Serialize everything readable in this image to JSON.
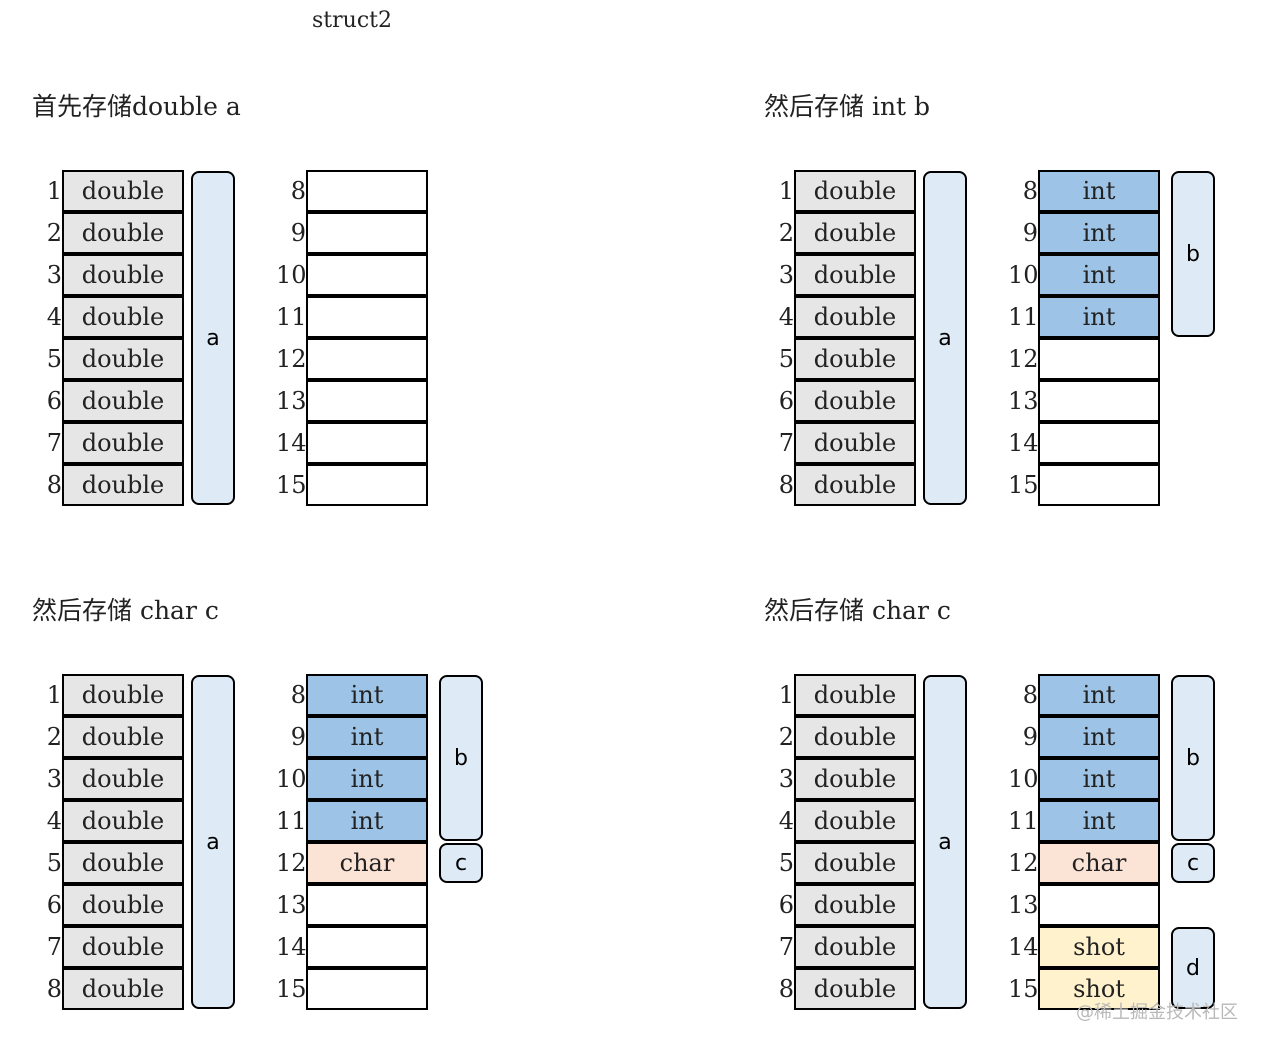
{
  "page_title": "struct2",
  "colors": {
    "double": "#e6e6e6",
    "int": "#9dc3e6",
    "char": "#fbe3d6",
    "shot": "#fff2cc",
    "empty": "#ffffff",
    "bracket": "#deebf7"
  },
  "panels": [
    {
      "title": "首先存储double a",
      "left": [
        {
          "n": "1",
          "label": "double",
          "type": "double"
        },
        {
          "n": "2",
          "label": "double",
          "type": "double"
        },
        {
          "n": "3",
          "label": "double",
          "type": "double"
        },
        {
          "n": "4",
          "label": "double",
          "type": "double"
        },
        {
          "n": "5",
          "label": "double",
          "type": "double"
        },
        {
          "n": "6",
          "label": "double",
          "type": "double"
        },
        {
          "n": "7",
          "label": "double",
          "type": "double"
        },
        {
          "n": "8",
          "label": "double",
          "type": "double"
        }
      ],
      "right": [
        {
          "n": "8",
          "label": "",
          "type": "empty"
        },
        {
          "n": "9",
          "label": "",
          "type": "empty"
        },
        {
          "n": "10",
          "label": "",
          "type": "empty"
        },
        {
          "n": "11",
          "label": "",
          "type": "empty"
        },
        {
          "n": "12",
          "label": "",
          "type": "empty"
        },
        {
          "n": "13",
          "label": "",
          "type": "empty"
        },
        {
          "n": "14",
          "label": "",
          "type": "empty"
        },
        {
          "n": "15",
          "label": "",
          "type": "empty"
        }
      ],
      "brackets": [
        {
          "label": "a",
          "column": "left",
          "start": 0,
          "end": 7
        }
      ]
    },
    {
      "title": "然后存储 int b",
      "left": [
        {
          "n": "1",
          "label": "double",
          "type": "double"
        },
        {
          "n": "2",
          "label": "double",
          "type": "double"
        },
        {
          "n": "3",
          "label": "double",
          "type": "double"
        },
        {
          "n": "4",
          "label": "double",
          "type": "double"
        },
        {
          "n": "5",
          "label": "double",
          "type": "double"
        },
        {
          "n": "6",
          "label": "double",
          "type": "double"
        },
        {
          "n": "7",
          "label": "double",
          "type": "double"
        },
        {
          "n": "8",
          "label": "double",
          "type": "double"
        }
      ],
      "right": [
        {
          "n": "8",
          "label": "int",
          "type": "int"
        },
        {
          "n": "9",
          "label": "int",
          "type": "int"
        },
        {
          "n": "10",
          "label": "int",
          "type": "int"
        },
        {
          "n": "11",
          "label": "int",
          "type": "int"
        },
        {
          "n": "12",
          "label": "",
          "type": "empty"
        },
        {
          "n": "13",
          "label": "",
          "type": "empty"
        },
        {
          "n": "14",
          "label": "",
          "type": "empty"
        },
        {
          "n": "15",
          "label": "",
          "type": "empty"
        }
      ],
      "brackets": [
        {
          "label": "a",
          "column": "left",
          "start": 0,
          "end": 7
        },
        {
          "label": "b",
          "column": "right",
          "start": 0,
          "end": 3
        }
      ]
    },
    {
      "title": "然后存储 char c",
      "left": [
        {
          "n": "1",
          "label": "double",
          "type": "double"
        },
        {
          "n": "2",
          "label": "double",
          "type": "double"
        },
        {
          "n": "3",
          "label": "double",
          "type": "double"
        },
        {
          "n": "4",
          "label": "double",
          "type": "double"
        },
        {
          "n": "5",
          "label": "double",
          "type": "double"
        },
        {
          "n": "6",
          "label": "double",
          "type": "double"
        },
        {
          "n": "7",
          "label": "double",
          "type": "double"
        },
        {
          "n": "8",
          "label": "double",
          "type": "double"
        }
      ],
      "right": [
        {
          "n": "8",
          "label": "int",
          "type": "int"
        },
        {
          "n": "9",
          "label": "int",
          "type": "int"
        },
        {
          "n": "10",
          "label": "int",
          "type": "int"
        },
        {
          "n": "11",
          "label": "int",
          "type": "int"
        },
        {
          "n": "12",
          "label": "char",
          "type": "char"
        },
        {
          "n": "13",
          "label": "",
          "type": "empty"
        },
        {
          "n": "14",
          "label": "",
          "type": "empty"
        },
        {
          "n": "15",
          "label": "",
          "type": "empty"
        }
      ],
      "brackets": [
        {
          "label": "a",
          "column": "left",
          "start": 0,
          "end": 7
        },
        {
          "label": "b",
          "column": "right",
          "start": 0,
          "end": 3
        },
        {
          "label": "c",
          "column": "right",
          "start": 4,
          "end": 4
        }
      ]
    },
    {
      "title": "然后存储 char c",
      "left": [
        {
          "n": "1",
          "label": "double",
          "type": "double"
        },
        {
          "n": "2",
          "label": "double",
          "type": "double"
        },
        {
          "n": "3",
          "label": "double",
          "type": "double"
        },
        {
          "n": "4",
          "label": "double",
          "type": "double"
        },
        {
          "n": "5",
          "label": "double",
          "type": "double"
        },
        {
          "n": "6",
          "label": "double",
          "type": "double"
        },
        {
          "n": "7",
          "label": "double",
          "type": "double"
        },
        {
          "n": "8",
          "label": "double",
          "type": "double"
        }
      ],
      "right": [
        {
          "n": "8",
          "label": "int",
          "type": "int"
        },
        {
          "n": "9",
          "label": "int",
          "type": "int"
        },
        {
          "n": "10",
          "label": "int",
          "type": "int"
        },
        {
          "n": "11",
          "label": "int",
          "type": "int"
        },
        {
          "n": "12",
          "label": "char",
          "type": "char"
        },
        {
          "n": "13",
          "label": "",
          "type": "empty"
        },
        {
          "n": "14",
          "label": "shot",
          "type": "shot"
        },
        {
          "n": "15",
          "label": "shot",
          "type": "shot"
        }
      ],
      "brackets": [
        {
          "label": "a",
          "column": "left",
          "start": 0,
          "end": 7
        },
        {
          "label": "b",
          "column": "right",
          "start": 0,
          "end": 3
        },
        {
          "label": "c",
          "column": "right",
          "start": 4,
          "end": 4
        },
        {
          "label": "d",
          "column": "right",
          "start": 6,
          "end": 7
        }
      ]
    }
  ],
  "watermark": "@稀土掘金技术社区"
}
